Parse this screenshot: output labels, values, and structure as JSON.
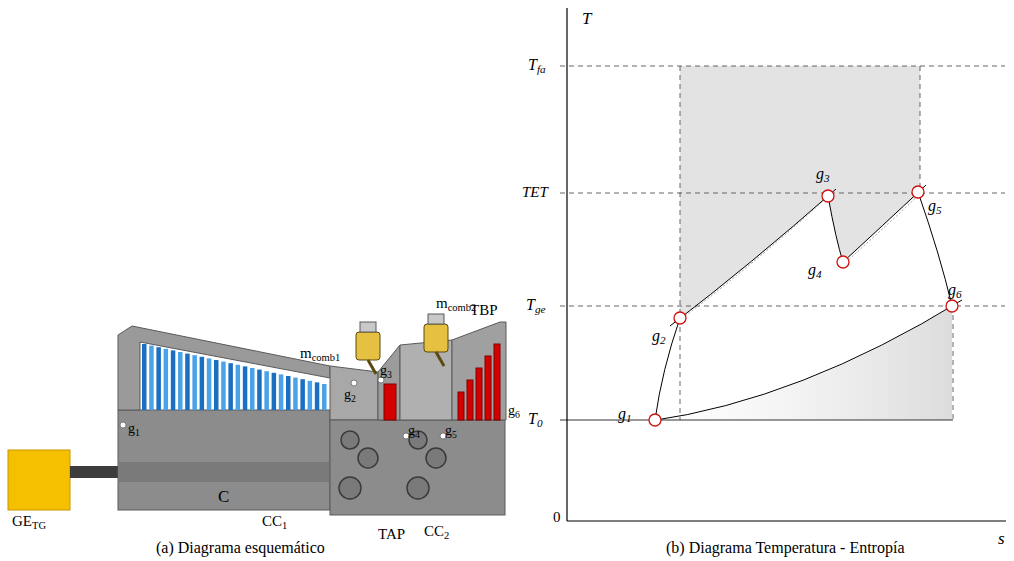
{
  "diagram": {
    "labels": [
      "GE",
      "TG",
      "C",
      "g",
      "1",
      "m",
      "comb1",
      "g",
      "2",
      "g",
      "3",
      "m",
      "comb2",
      "TBP",
      "g",
      "4",
      "g",
      "5",
      "g",
      "6",
      "CC",
      "1",
      "TAP",
      "CC",
      "2",
      "(a) Diagrama esquemático",
      "T",
      "s",
      "0",
      "T",
      "fa",
      "TET",
      "T",
      "ge",
      "T",
      "0",
      "g",
      "1",
      "g",
      "2",
      "g",
      "3",
      "g",
      "4",
      "g",
      "5",
      "g",
      "6",
      "(b) Diagrama Temperatura - Entropía"
    ]
  }
}
